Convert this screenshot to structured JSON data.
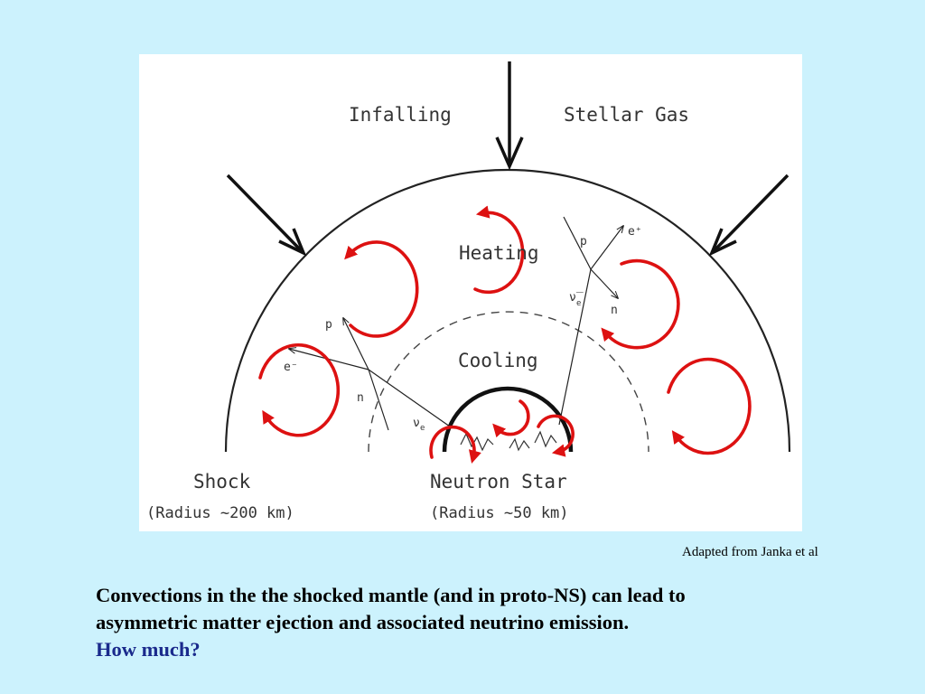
{
  "diagram": {
    "labels": {
      "infalling": "Infalling",
      "stellar_gas": "Stellar Gas",
      "heating": "Heating",
      "cooling": "Cooling",
      "shock": "Shock",
      "shock_radius": "(Radius ~200 km)",
      "neutron_star": "Neutron Star",
      "ns_radius": "(Radius ~50 km)",
      "p_left": "p",
      "e_minus": "e⁻",
      "n_left": "n",
      "nu_left": "ν",
      "nu_left_sub": "e",
      "p_right": "p",
      "e_plus": "e⁺",
      "nu_right": "ν̅",
      "nu_right_sub": "e",
      "n_right": "n"
    },
    "colors": {
      "convection": "#dd1111",
      "lines": "#111111",
      "panel": "#ffffff"
    }
  },
  "credit": "Adapted from Janka et al",
  "caption": {
    "line1": "Convections  in the the shocked mantle (and in proto-NS)  can lead to",
    "line2": "asymmetric matter ejection and associated neutrino emission.",
    "question": "How much?"
  }
}
